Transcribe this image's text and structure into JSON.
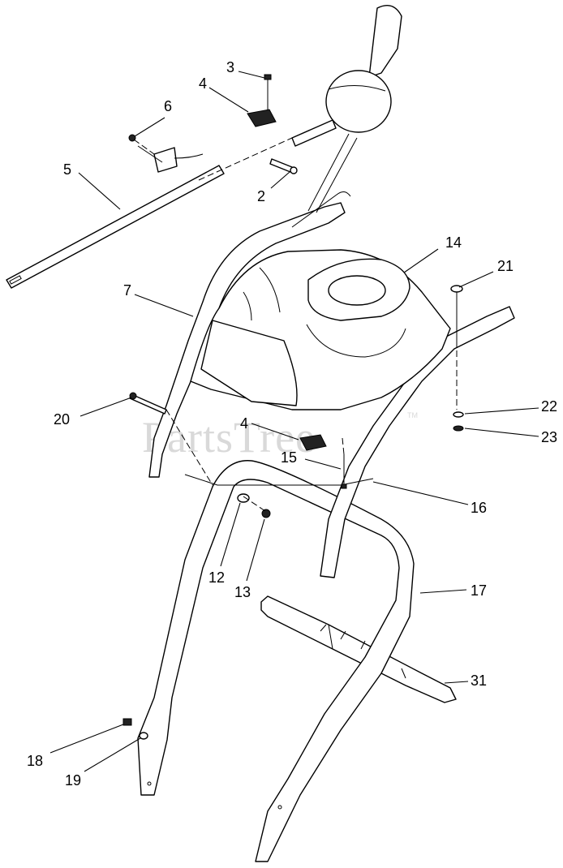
{
  "watermark": {
    "text": "PartsTree",
    "trademark": "TM"
  },
  "callouts": {
    "c2": "2",
    "c3": "3",
    "c4a": "4",
    "c4b": "4",
    "c5": "5",
    "c6": "6",
    "c7": "7",
    "c12": "12",
    "c13": "13",
    "c14": "14",
    "c15": "15",
    "c16": "16",
    "c17": "17",
    "c18": "18",
    "c19": "19",
    "c20": "20",
    "c21": "21",
    "c22": "22",
    "c23": "23",
    "c31": "31"
  }
}
